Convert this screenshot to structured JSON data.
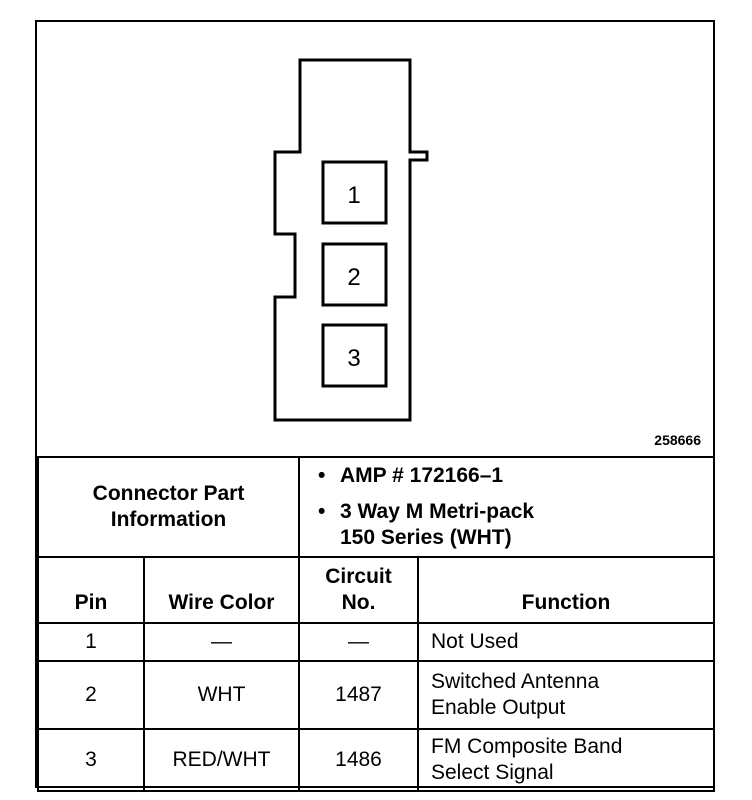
{
  "diagram": {
    "pins": [
      "1",
      "2",
      "3"
    ],
    "figure_number": "258666"
  },
  "connector": {
    "label_line1": "Connector Part",
    "label_line2": "Information",
    "bullet": "•",
    "bullets": [
      {
        "line1": "AMP # 172166–1",
        "line2": ""
      },
      {
        "line1": "3 Way M Metri-pack",
        "line2": "150 Series (WHT)"
      }
    ]
  },
  "table": {
    "headers": {
      "pin": "Pin",
      "wire_color": "Wire Color",
      "circuit_line1": "Circuit",
      "circuit_line2": "No.",
      "function": "Function"
    },
    "rows": [
      {
        "pin": "1",
        "wire_color": "—",
        "circuit": "—",
        "function_line1": "Not Used",
        "function_line2": ""
      },
      {
        "pin": "2",
        "wire_color": "WHT",
        "circuit": "1487",
        "function_line1": "Switched Antenna",
        "function_line2": "Enable Output"
      },
      {
        "pin": "3",
        "wire_color": "RED/WHT",
        "circuit": "1486",
        "function_line1": "FM Composite Band",
        "function_line2": "Select Signal"
      }
    ]
  }
}
